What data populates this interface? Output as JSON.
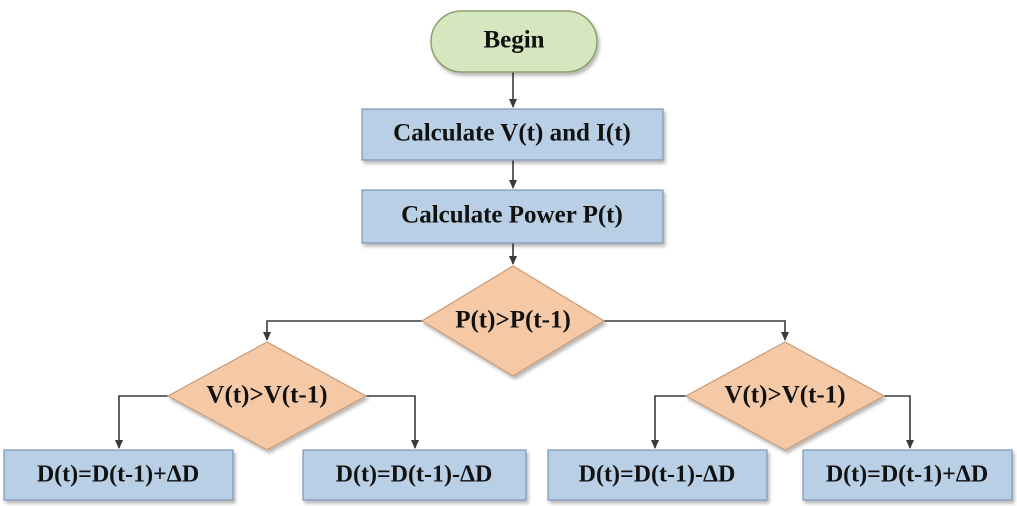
{
  "colors": {
    "terminal_fill": "#d6e6bf",
    "terminal_stroke": "#8aa06b",
    "process_fill": "#b9cfe6",
    "process_stroke": "#7b96b4",
    "decision_fill": "#f5c9a6",
    "decision_stroke": "#c99a74",
    "text": "#111111",
    "edge": "#3a3a3a"
  },
  "nodes": {
    "begin": "Begin",
    "calc_vi": "Calculate V(t) and I(t)",
    "calc_power": "Calculate Power P(t)",
    "decision_power": "P(t)>P(t-1)",
    "decision_voltage_left": "V(t)>V(t-1)",
    "decision_voltage_right": "V(t)>V(t-1)",
    "out_1": "D(t)=D(t-1)+ΔD",
    "out_2": "D(t)=D(t-1)-ΔD",
    "out_3": "D(t)=D(t-1)-ΔD",
    "out_4": "D(t)=D(t-1)+ΔD"
  }
}
